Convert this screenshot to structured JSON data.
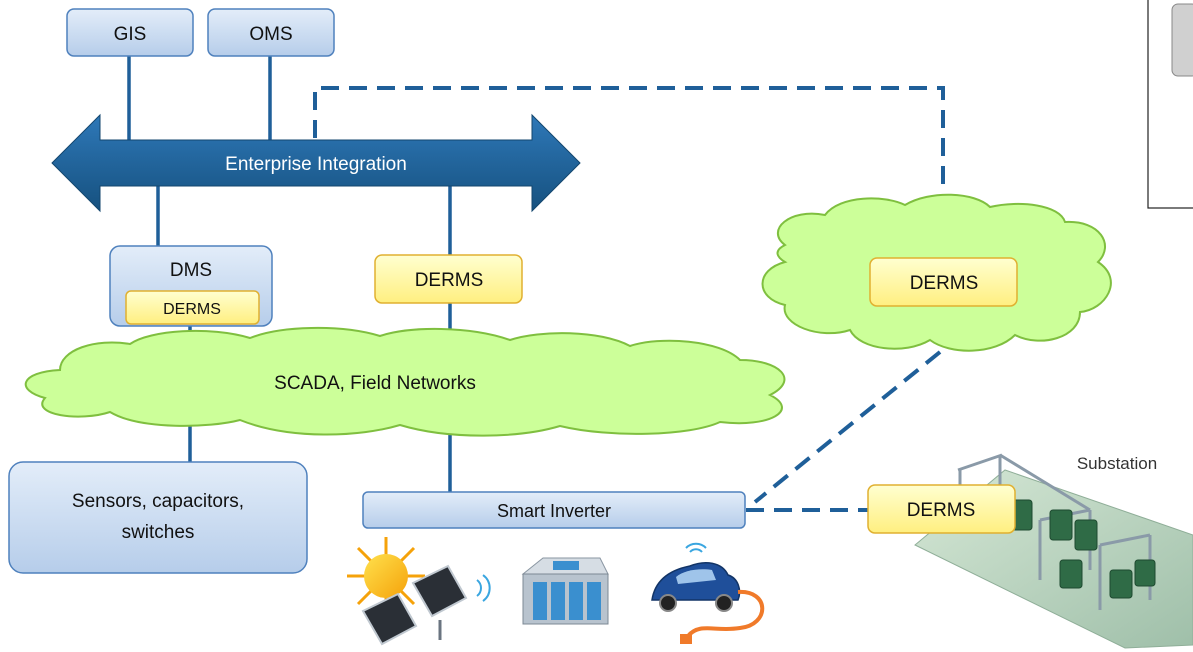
{
  "nodes": {
    "gis": "GIS",
    "oms": "OMS",
    "bus": "Enterprise Integration",
    "dms": "DMS",
    "dms_derms": "DERMS",
    "mid_derms": "DERMS",
    "cloud_derms": "DERMS",
    "scada": "SCADA, Field Networks",
    "sensors_line1": "Sensors, capacitors,",
    "sensors_line2": "switches",
    "inverter": "Smart Inverter",
    "substation_derms": "DERMS",
    "substation": "Substation"
  },
  "colors": {
    "box_fill": "#c6d9f1",
    "box_stroke": "#4f81bd",
    "bus_fill": "#1f5f99",
    "line": "#1f5f99",
    "derms_fill": "#ffffa8",
    "derms_stroke": "#e0b030",
    "cloud_fill": "#ccff99",
    "cloud_stroke": "#7fbf3f"
  }
}
